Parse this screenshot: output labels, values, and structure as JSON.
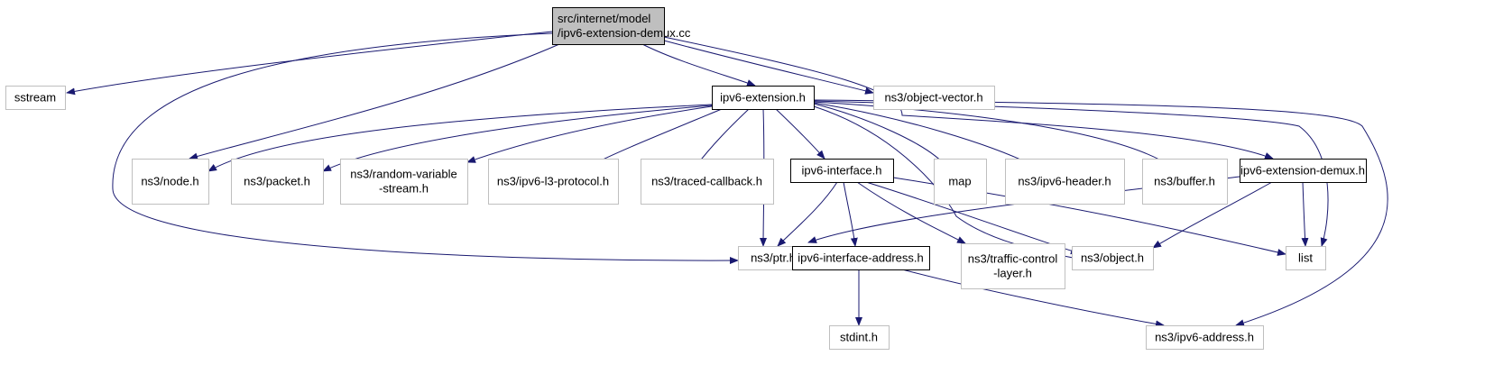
{
  "diagram": {
    "nodes": [
      {
        "id": "root",
        "lines": [
          "src/internet/model",
          "/ipv6-extension-demux.cc"
        ],
        "style": "root"
      },
      {
        "id": "sstream",
        "lines": [
          "sstream"
        ],
        "style": "external"
      },
      {
        "id": "ipv6ext",
        "lines": [
          "ipv6-extension.h"
        ],
        "style": "local"
      },
      {
        "id": "objvector",
        "lines": [
          "ns3/object-vector.h"
        ],
        "style": "external"
      },
      {
        "id": "node",
        "lines": [
          "ns3/node.h"
        ],
        "style": "external"
      },
      {
        "id": "packet",
        "lines": [
          "ns3/packet.h"
        ],
        "style": "external"
      },
      {
        "id": "random",
        "lines": [
          "ns3/random-variable",
          "-stream.h"
        ],
        "style": "external"
      },
      {
        "id": "l3",
        "lines": [
          "ns3/ipv6-l3-protocol.h"
        ],
        "style": "external"
      },
      {
        "id": "traced",
        "lines": [
          "ns3/traced-callback.h"
        ],
        "style": "external"
      },
      {
        "id": "iface",
        "lines": [
          "ipv6-interface.h"
        ],
        "style": "local"
      },
      {
        "id": "map",
        "lines": [
          "map"
        ],
        "style": "external"
      },
      {
        "id": "header",
        "lines": [
          "ns3/ipv6-header.h"
        ],
        "style": "external"
      },
      {
        "id": "buffer",
        "lines": [
          "ns3/buffer.h"
        ],
        "style": "external"
      },
      {
        "id": "demux",
        "lines": [
          "ipv6-extension-demux.h"
        ],
        "style": "local"
      },
      {
        "id": "ptr",
        "lines": [
          "ns3/ptr.h"
        ],
        "style": "external"
      },
      {
        "id": "ifaddr",
        "lines": [
          "ipv6-interface-address.h"
        ],
        "style": "local"
      },
      {
        "id": "tcl",
        "lines": [
          "ns3/traffic-control",
          "-layer.h"
        ],
        "style": "external"
      },
      {
        "id": "object",
        "lines": [
          "ns3/object.h"
        ],
        "style": "external"
      },
      {
        "id": "list",
        "lines": [
          "list"
        ],
        "style": "external"
      },
      {
        "id": "stdint",
        "lines": [
          "stdint.h"
        ],
        "style": "external"
      },
      {
        "id": "addr",
        "lines": [
          "ns3/ipv6-address.h"
        ],
        "style": "external"
      }
    ],
    "edges": [
      [
        "root",
        "sstream"
      ],
      [
        "root",
        "ipv6ext"
      ],
      [
        "root",
        "objvector"
      ],
      [
        "root",
        "node"
      ],
      [
        "root",
        "ptr"
      ],
      [
        "root",
        "demux"
      ],
      [
        "ipv6ext",
        "node"
      ],
      [
        "ipv6ext",
        "packet"
      ],
      [
        "ipv6ext",
        "random"
      ],
      [
        "ipv6ext",
        "l3"
      ],
      [
        "ipv6ext",
        "traced"
      ],
      [
        "ipv6ext",
        "iface"
      ],
      [
        "ipv6ext",
        "map"
      ],
      [
        "ipv6ext",
        "header"
      ],
      [
        "ipv6ext",
        "buffer"
      ],
      [
        "ipv6ext",
        "ptr"
      ],
      [
        "ipv6ext",
        "object"
      ],
      [
        "ipv6ext",
        "list"
      ],
      [
        "ipv6ext",
        "addr"
      ],
      [
        "iface",
        "ptr"
      ],
      [
        "iface",
        "ifaddr"
      ],
      [
        "iface",
        "tcl"
      ],
      [
        "iface",
        "object"
      ],
      [
        "iface",
        "list"
      ],
      [
        "demux",
        "ptr"
      ],
      [
        "demux",
        "object"
      ],
      [
        "demux",
        "list"
      ],
      [
        "ifaddr",
        "stdint"
      ],
      [
        "ifaddr",
        "addr"
      ]
    ],
    "colors": {
      "edge": "#191970",
      "root_fill": "#bfbfbf",
      "root_stroke": "#000000",
      "local_stroke": "#000000",
      "external_stroke": "#bfbfbf"
    }
  }
}
